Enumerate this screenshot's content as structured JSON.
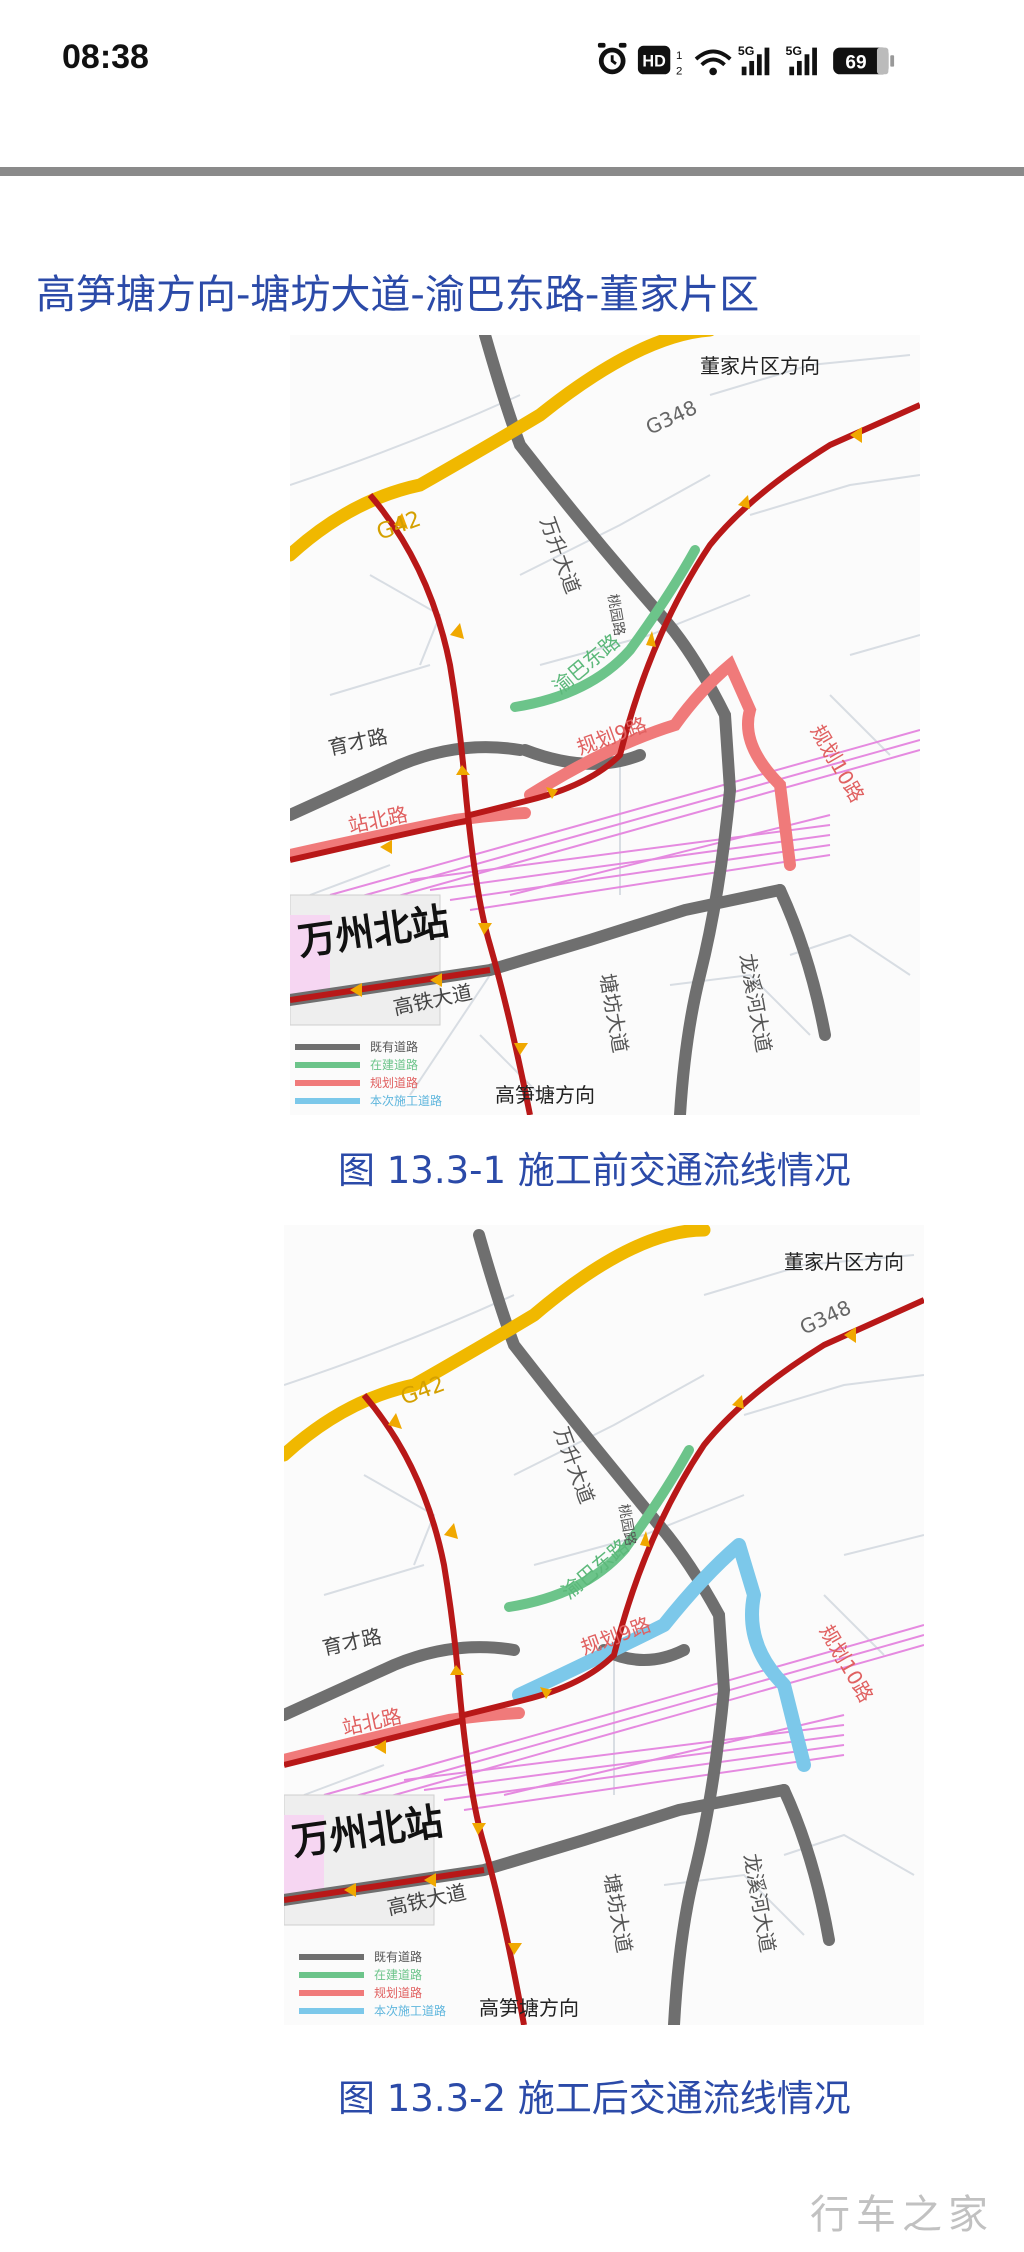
{
  "status_bar": {
    "time": "08:38",
    "hd_label": "HD",
    "hd_sub": "1 2",
    "signal1_label": "5G",
    "signal2_label": "5G",
    "battery": "69"
  },
  "heading": "高笋塘方向-塘坊大道-渝巴东路-董家片区",
  "figures": [
    {
      "labels": {
        "dongjia": "董家片区方向",
        "g348": "G348",
        "g42": "G42",
        "wansheng": "万升大道",
        "taoyuan": "桃园路",
        "yuba": "渝巴东路",
        "yucai": "育才路",
        "guihua9": "规划9路",
        "guihua10": "规划10路",
        "zhanbei": "站北路",
        "station": "万州北站",
        "gaotie": "高铁大道",
        "tangfang": "塘坊大道",
        "longxi": "龙溪河大道",
        "gaosun": "高笋塘方向"
      },
      "legend": [
        {
          "label": "既有道路",
          "color": "#6f6f6f"
        },
        {
          "label": "在建道路",
          "color": "#6cc48a"
        },
        {
          "label": "规划道路",
          "color": "#f07a7a"
        },
        {
          "label": "本次施工道路",
          "color": "#7cc8ea"
        }
      ],
      "caption": "图 13.3-1  施工前交通流线情况"
    },
    {
      "labels": {
        "dongjia": "董家片区方向",
        "g348": "G348",
        "g42": "G42",
        "wansheng": "万升大道",
        "taoyuan": "桃园路",
        "yuba": "渝巴东路",
        "yucai": "育才路",
        "guihua9": "规划9路",
        "guihua10": "规划10路",
        "zhanbei": "站北路",
        "station": "万州北站",
        "gaotie": "高铁大道",
        "tangfang": "塘坊大道",
        "longxi": "龙溪河大道",
        "gaosun": "高笋塘方向"
      },
      "legend": [
        {
          "label": "既有道路",
          "color": "#6f6f6f"
        },
        {
          "label": "在建道路",
          "color": "#6cc48a"
        },
        {
          "label": "规划道路",
          "color": "#f07a7a"
        },
        {
          "label": "本次施工道路",
          "color": "#7cc8ea"
        }
      ],
      "caption": "图 13.3-2  施工后交通流线情况"
    }
  ],
  "watermark": "行车之家",
  "colors": {
    "heading": "#2b4aa8",
    "expressway": "#f0b800",
    "existing": "#6f6f6f",
    "under_construction": "#6cc48a",
    "planned": "#f07a7a",
    "construction": "#7cc8ea",
    "flow": "#b81818",
    "arrow": "#f0a800",
    "rail": "#e58ae0"
  }
}
